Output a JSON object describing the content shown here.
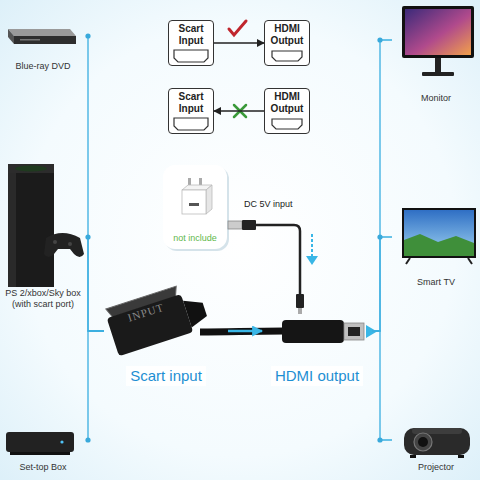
{
  "diagram": {
    "nodes": [
      {
        "text": [
          "Blue-ray DVD"
        ]
      },
      {
        "text": [
          "Scart Input"
        ]
      },
      {
        "text": [
          "HDMI Output"
        ]
      },
      {
        "text": [
          "Monitor"
        ]
      },
      {
        "text": [
          "Scart Input"
        ]
      },
      {
        "text": [
          "HDMI Output"
        ]
      },
      {
        "text": [
          "not include"
        ]
      },
      {
        "text": [
          "PS 2/xbox/Sky box (with scart port)"
        ]
      },
      {
        "text": [
          "Smart TV"
        ]
      },
      {
        "text": [
          "Scart input"
        ]
      },
      {
        "text": [
          "HDMI output"
        ]
      },
      {
        "text": [
          "Set-top Box"
        ]
      },
      {
        "text": [
          "Projector"
        ]
      }
    ],
    "edges": [
      {
        "from": 1,
        "to": 2,
        "arrow": "to"
      },
      {
        "from": 5,
        "to": 4,
        "arrow": "to"
      },
      {
        "from": 0,
        "to": 9,
        "arrow": "none"
      },
      {
        "from": 7,
        "to": 9,
        "arrow": "none"
      },
      {
        "from": 11,
        "to": 9,
        "arrow": "none"
      },
      {
        "from": 9,
        "to": 10,
        "arrow": "to"
      },
      {
        "from": 10,
        "to": 3,
        "arrow": "none"
      },
      {
        "from": 10,
        "to": 8,
        "arrow": "none"
      },
      {
        "from": 10,
        "to": 12,
        "arrow": "none"
      }
    ],
    "labels": [
      "DC 5V input",
      "INPUT"
    ]
  }
}
